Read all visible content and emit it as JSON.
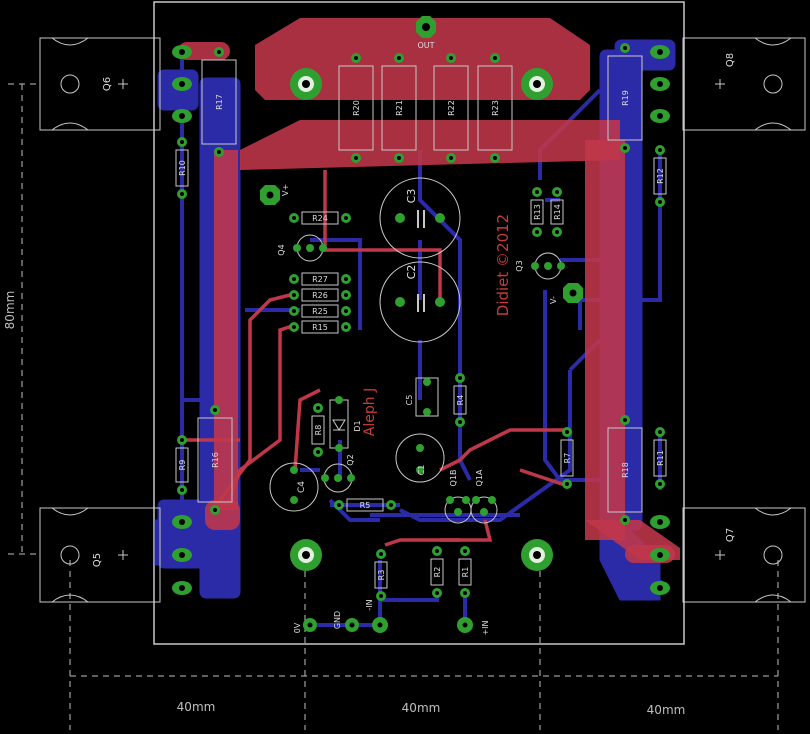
{
  "board": {
    "bg": "#000000",
    "outline_color": "#c8c8c8",
    "top_copper": "#c0374a",
    "bottom_copper": "#2b2ba8",
    "pad_color": "#2fa02f",
    "silk_color": "#c8c8c8",
    "dim_color": "#bfbfbf",
    "label_red": "#c83c3c"
  },
  "labels": {
    "out": "OUT",
    "vplus": "V+",
    "vminus": "V-",
    "title_credit": "Didiet ©2012",
    "project": "Aleph J",
    "zero_v": "0V",
    "gnd": "GND",
    "minus_in": "-IN",
    "plus_in": "+IN"
  },
  "dimensions": {
    "height": "80mm",
    "width_left": "40mm",
    "width_mid": "40mm",
    "width_right": "40mm"
  },
  "transistors": [
    "Q6",
    "Q8",
    "Q5",
    "Q7",
    "Q4",
    "Q3",
    "Q2",
    "Q1B",
    "Q1A"
  ],
  "resistors": [
    "R17",
    "R10",
    "R20",
    "R21",
    "R22",
    "R23",
    "R19",
    "R12",
    "R24",
    "R13",
    "R14",
    "R27",
    "R26",
    "R25",
    "R15",
    "R4",
    "R8",
    "R9",
    "R16",
    "R5",
    "R7",
    "R18",
    "R11",
    "R3",
    "R2",
    "R1"
  ],
  "capacitors": [
    "C3",
    "C2",
    "C5",
    "C1",
    "C4"
  ],
  "diodes": [
    "D1"
  ]
}
